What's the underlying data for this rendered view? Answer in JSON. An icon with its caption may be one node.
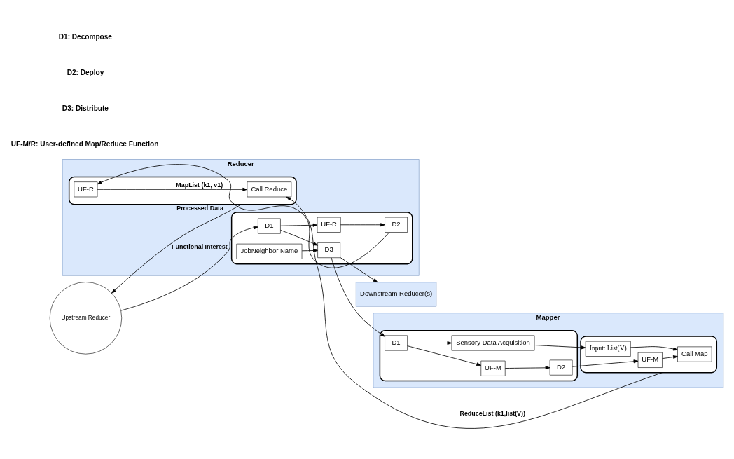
{
  "diagram": {
    "nodes": [
      {
        "text": [
          "Reducer"
        ]
      },
      {
        "text": [],
        "shape": "box",
        "in": 0
      },
      {
        "text": [
          "D1"
        ],
        "in": 1
      },
      {
        "text": [
          "UF-R"
        ],
        "in": 1
      },
      {
        "text": [
          "D3"
        ],
        "in": 1
      },
      {
        "text": [
          "D2"
        ],
        "in": 1
      },
      {
        "text": [
          "JobNeighbor Name"
        ],
        "in": 1
      },
      {
        "text": [],
        "shape": "box",
        "in": 0
      },
      {
        "text": [
          "Call Reduce"
        ],
        "in": 7
      },
      {
        "text": [
          "UF-R"
        ],
        "in": 7
      },
      {
        "text": [
          "Downstream Reducer(s)"
        ]
      },
      {
        "text": [
          "Mapper"
        ]
      },
      {
        "text": [],
        "shape": "box",
        "in": 11
      },
      {
        "text": [
          "D1"
        ],
        "in": 12
      },
      {
        "text": [
          "UF-M"
        ],
        "in": 12
      },
      {
        "text": [
          "Sensory Data Acquisition"
        ],
        "in": 12
      },
      {
        "text": [
          "D2"
        ],
        "in": 12
      },
      {
        "text": [],
        "shape": "box",
        "in": 11
      },
      {
        "text": [
          "Call Map"
        ],
        "in": 17
      },
      {
        "text": [
          "Input: List(V)"
        ],
        "in": 17
      },
      {
        "text": [
          "UF-M"
        ],
        "in": 17
      },
      {
        "text": [
          "Upstream Reducer"
        ]
      }
    ],
    "edges": [
      {
        "from": 21,
        "to": 2,
        "arrow": "to",
        "label": "Functional Interest"
      },
      {
        "from": 2,
        "to": 3,
        "arrow": "to"
      },
      {
        "from": 2,
        "to": 4,
        "arrow": "to"
      },
      {
        "from": 3,
        "to": 5,
        "arrow": "to"
      },
      {
        "from": 6,
        "to": 4,
        "arrow": "to"
      },
      {
        "from": 5,
        "to": 9,
        "arrow": "to"
      },
      {
        "from": 4,
        "to": 10,
        "arrow": "to"
      },
      {
        "from": 4,
        "to": 13,
        "arrow": "to"
      },
      {
        "from": 13,
        "to": 14,
        "arrow": "to"
      },
      {
        "from": 13,
        "to": 15,
        "arrow": "to"
      },
      {
        "from": 14,
        "to": 16,
        "arrow": "to"
      },
      {
        "from": 15,
        "to": 19,
        "arrow": "to"
      },
      {
        "from": 16,
        "to": 20,
        "arrow": "to"
      },
      {
        "from": 19,
        "to": 18,
        "arrow": "to"
      },
      {
        "from": 20,
        "to": 18,
        "arrow": "to"
      },
      {
        "from": 17,
        "to": 8,
        "arrow": "to",
        "label": "ReduceList (k1,list(V))"
      },
      {
        "from": 9,
        "to": 8,
        "arrow": "to",
        "label": "MapList (k1, v1)"
      },
      {
        "from": 7,
        "to": 21,
        "arrow": "to",
        "label": "Processed Data"
      }
    ],
    "labels": [
      "D1: Decompose",
      "D2: Deploy",
      "D3: Distribute",
      "UF-M/R: User-defined Map/Reduce Function"
    ]
  }
}
